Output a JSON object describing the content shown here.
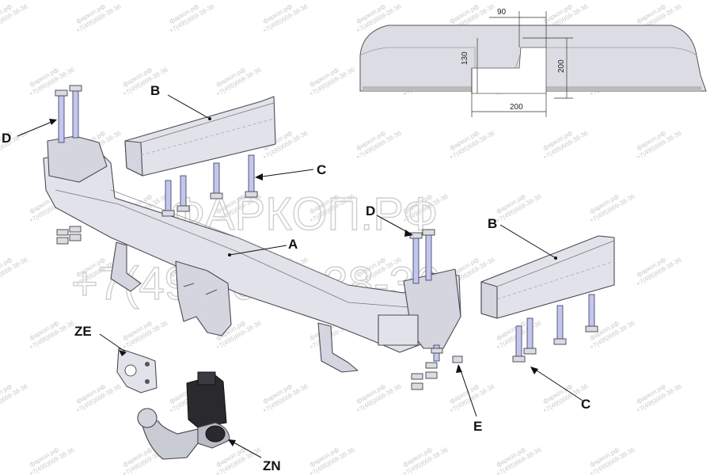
{
  "labels": {
    "a": "A",
    "b_left": "B",
    "b_right": "B",
    "c_left": "C",
    "c_right": "C",
    "d_left": "D",
    "d_right": "D",
    "e": "E",
    "ze": "ZE",
    "zn": "ZN"
  },
  "dimensions": {
    "top_width": "90",
    "left_height": "130",
    "right_height": "200",
    "bottom_width": "200"
  },
  "watermark": {
    "brand": "ФАРКОП.РФ",
    "phone": "+7(495)669-38-36",
    "tile_site": "фаркоп.рф",
    "tile_phone": "+7(495)669-38-36"
  }
}
